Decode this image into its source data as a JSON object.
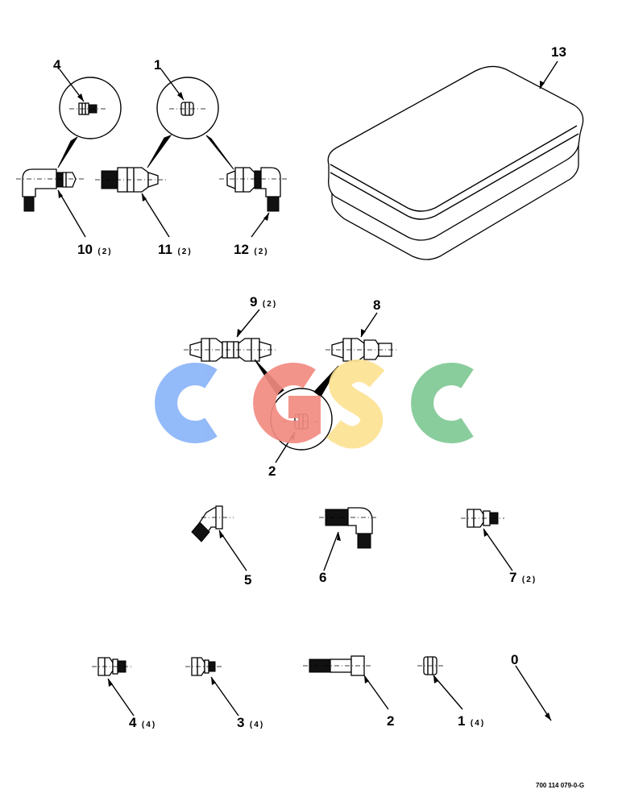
{
  "callouts": [
    {
      "id": "c4-top",
      "number": "4",
      "qty": ""
    },
    {
      "id": "c1-top",
      "number": "1",
      "qty": ""
    },
    {
      "id": "c13",
      "number": "13",
      "qty": ""
    },
    {
      "id": "c10",
      "number": "10",
      "qty": "(2)"
    },
    {
      "id": "c11",
      "number": "11",
      "qty": "(2)"
    },
    {
      "id": "c12",
      "number": "12",
      "qty": "(2)"
    },
    {
      "id": "c9",
      "number": "9",
      "qty": "(2)"
    },
    {
      "id": "c8",
      "number": "8",
      "qty": ""
    },
    {
      "id": "c2-mid",
      "number": "2",
      "qty": ""
    },
    {
      "id": "c5",
      "number": "5",
      "qty": ""
    },
    {
      "id": "c6",
      "number": "6",
      "qty": ""
    },
    {
      "id": "c7",
      "number": "7",
      "qty": "(2)"
    },
    {
      "id": "c0",
      "number": "0",
      "qty": ""
    },
    {
      "id": "c4-bot",
      "number": "4",
      "qty": "(4)"
    },
    {
      "id": "c3-bot",
      "number": "3",
      "qty": "(4)"
    },
    {
      "id": "c2-bot",
      "number": "2",
      "qty": ""
    },
    {
      "id": "c1-bot",
      "number": "1",
      "qty": "(4)"
    }
  ],
  "drawing_code": "700 114 079-0-G",
  "watermark": {
    "text": "CGSC",
    "colors": [
      "#8ab4f8",
      "#f28b82",
      "#fde293",
      "#81c995"
    ]
  }
}
